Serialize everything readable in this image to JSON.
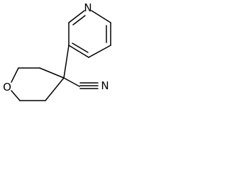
{
  "atoms": {
    "pyridine_nitrogen": "N",
    "ring_oxygen": "O",
    "nitrile_nitrogen": "N"
  },
  "colors": {
    "bond": "#000000",
    "background": "#ffffff"
  }
}
